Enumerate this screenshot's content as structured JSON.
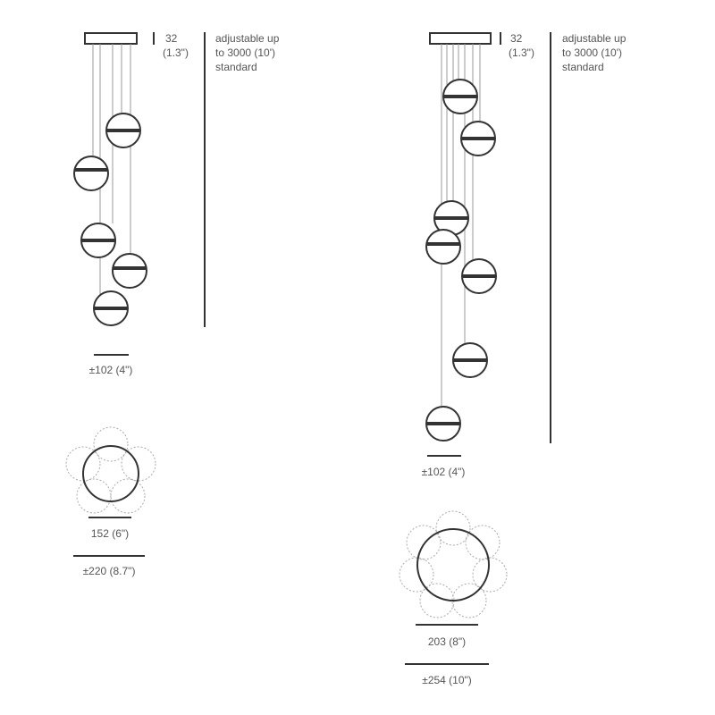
{
  "colors": {
    "line": "#333333",
    "cord": "#999999",
    "dotted": "#aaaaaa",
    "text": "#555555"
  },
  "left_unit": {
    "canopy_height_mm": "32",
    "canopy_height_in": "(1.3\")",
    "drop_note": [
      "adjustable up",
      "to 3000 (10')",
      "standard"
    ],
    "shade_width": "±102 (4\")",
    "canopy_diameter": "152 (6\")",
    "spread_diameter": "±220 (8.7\")"
  },
  "right_unit": {
    "canopy_height_mm": "32",
    "canopy_height_in": "(1.3\")",
    "drop_note": [
      "adjustable up",
      "to 3000 (10')",
      "standard"
    ],
    "shade_width": "±102 (4\")",
    "canopy_diameter": "203 (8\")",
    "spread_diameter": "±254 (10\")"
  }
}
